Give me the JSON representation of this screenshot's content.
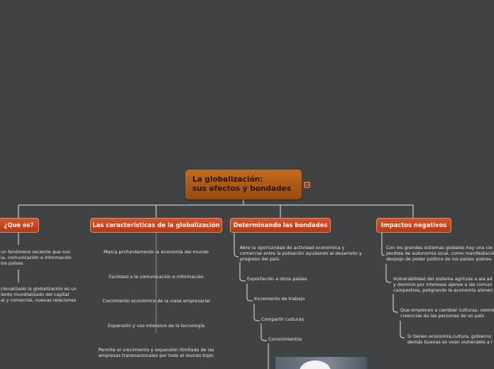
{
  "root": {
    "title_line1": "La globalización:",
    "title_line2": "sus efectos y bondades",
    "note_icon": "notes-icon"
  },
  "branches": {
    "que_es": {
      "label": "¿Que es?",
      "items": [
        {
          "lines": [
            "un fenómeno reciente que nos",
            "ia, comunicación e información",
            "los países."
          ]
        },
        {
          "lines": [
            "cionalizado la globalización es un",
            "iento mundializado del capital",
            "al y comercial, nuevas relaciones"
          ]
        }
      ]
    },
    "caracteristicas": {
      "label": "Las características de la globalización",
      "items": [
        {
          "lines": [
            "Marca profundamente la economía del mundo"
          ]
        },
        {
          "lines": [
            "Facilidad a la comunicación e información"
          ]
        },
        {
          "lines": [
            "Crecimiento económico de la clase empresarial"
          ]
        },
        {
          "lines": [
            "Expansión y uso intensivo  de la tecnología"
          ]
        },
        {
          "lines": [
            "Permite el crecimiento y expansión ilimitada de las",
            "empresas transnacionales por todo el mundo.topic"
          ]
        }
      ]
    },
    "bondades": {
      "label": "Determinando las bondades",
      "items": [
        {
          "lines": [
            "Abre la oportunidad  de actividad económica y",
            "comercial entre la población ayudando al desarrollo y",
            "progreso del país."
          ]
        },
        {
          "lines": [
            "Exportación a otros países"
          ]
        },
        {
          "lines": [
            "Incremento de trabajo"
          ]
        },
        {
          "lines": [
            "Compartir culturas"
          ]
        },
        {
          "lines": [
            "Conocimientos"
          ]
        }
      ]
    },
    "impactos": {
      "label": "Impactos negativos",
      "items": [
        {
          "lines": [
            "Con los grandes sistemas globales hay una cie",
            "perdida de autonomía local, como manifestació",
            "despojo de poder político de los países pobres."
          ]
        },
        {
          "lines": [
            "Vulnerabilidad del sistema agrícola a ala ad",
            "y dominio por intereses ajenos a las comun",
            "campestres, peligrando la economía alimen"
          ]
        },
        {
          "lines": [
            "Que empiecen a cambiar culturas, valore",
            "creencias de las personas de un país"
          ]
        },
        {
          "lines": [
            "Si tienen economía,cultura, gobierno",
            "demás buenas se vean vulnerable a l"
          ]
        }
      ]
    }
  }
}
